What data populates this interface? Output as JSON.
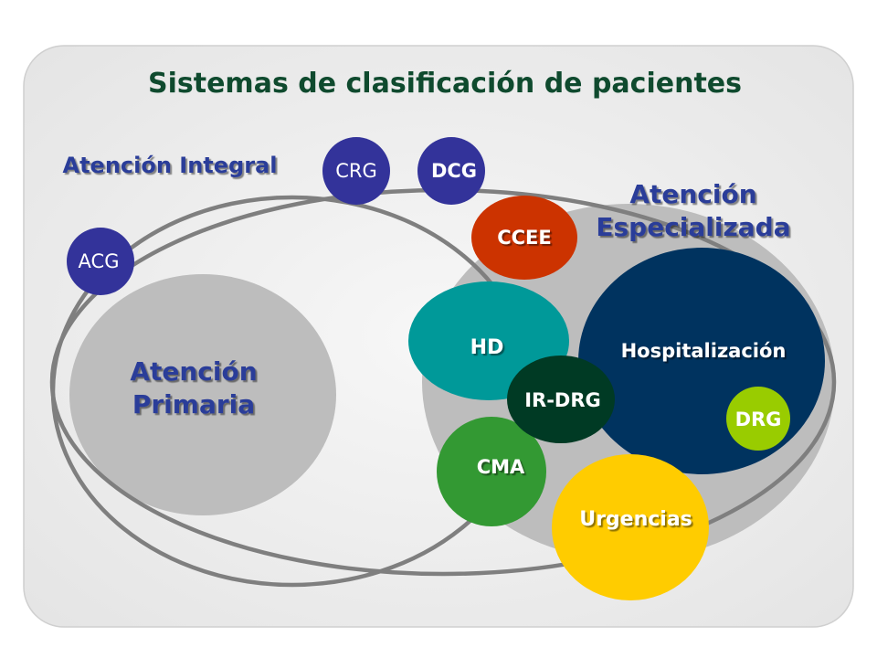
{
  "title": "Sistemas de clasificación de pacientes",
  "labels": {
    "atencion_integral": "Atención Integral",
    "atencion_especializada_line1": "Atención",
    "atencion_especializada_line2": "Especializada",
    "atencion_primaria_line1": "Atención",
    "atencion_primaria_line2": "Primaria"
  },
  "nodes": {
    "crg": "CRG",
    "dcg": "DCG",
    "acg": "ACG",
    "ccee": "CCEE",
    "hd": "HD",
    "hospitalizacion": "Hospitalización",
    "ir_drg": "IR-DRG",
    "drg": "DRG",
    "cma": "CMA",
    "urgencias": "Urgencias"
  },
  "colors": {
    "panel_background": "#ebebeb",
    "title": "#0f4a2e",
    "category_label": "#2b3d99",
    "outline_ellipses": "#7f7f7f",
    "primaria": "#bdbdbd",
    "especializada": "#bdbdbd",
    "classifier_nodes": "#33339a",
    "ccee": "#cc3300",
    "hd": "#009999",
    "hospitalizacion": "#00335f",
    "ir_drg": "#003a24",
    "drg": "#99cc00",
    "cma": "#339933",
    "urgencias": "#ffcc00"
  }
}
